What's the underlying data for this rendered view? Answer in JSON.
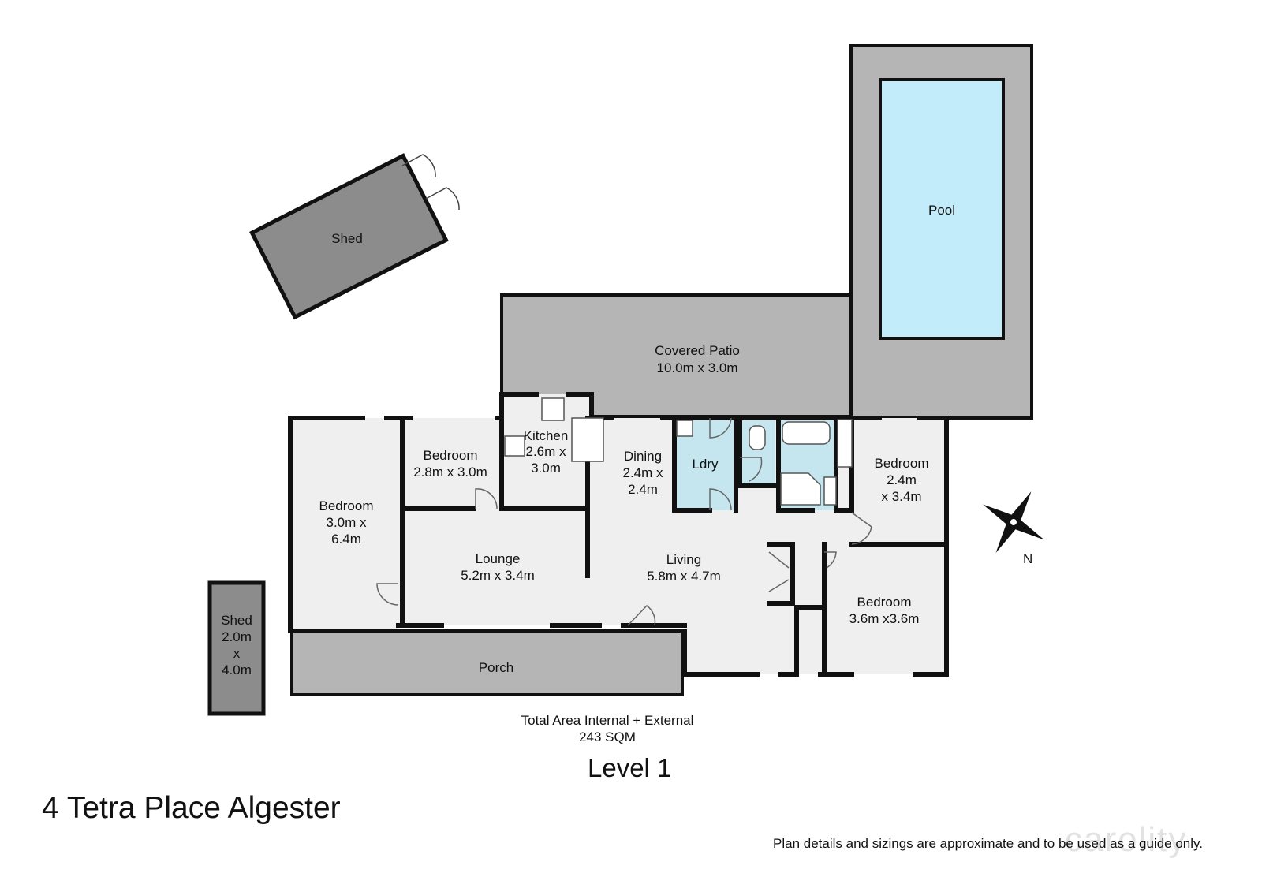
{
  "rooms": {
    "pool": "Pool",
    "shed_large": "Shed",
    "covered_patio": [
      "Covered Patio",
      "10.0m x 3.0m"
    ],
    "kitchen": [
      "Kitchen",
      "2.6m x",
      "3.0m"
    ],
    "bedroom_small": [
      "Bedroom",
      "2.8m x 3.0m"
    ],
    "dining": [
      "Dining",
      "2.4m x",
      "2.4m"
    ],
    "laundry": "Ldry",
    "bedroom_east": [
      "Bedroom",
      "2.4m",
      "x 3.4m"
    ],
    "bedroom_west": [
      "Bedroom",
      "3.0m x",
      "6.4m"
    ],
    "lounge": [
      "Lounge",
      "5.2m x 3.4m"
    ],
    "living": [
      "Living",
      "5.8m x 4.7m"
    ],
    "bedroom_southeast": [
      "Bedroom",
      "3.6m x3.6m"
    ],
    "shed_small": [
      "Shed",
      "2.0m",
      "x",
      "4.0m"
    ],
    "porch": "Porch"
  },
  "compass_label": "N",
  "total_area": [
    "Total Area Internal + External",
    "243 SQM"
  ],
  "level": "Level 1",
  "address": "4 Tetra Place Algester",
  "disclaimer": "Plan details and sizings are approximate and to be used as a guide only.",
  "watermark": "carolity",
  "colors": {
    "wall": "#111111",
    "floor": "#efefef",
    "outdoor": "#b5b5b5",
    "shed": "#8c8c8c",
    "pool": "#c2ecfa",
    "wet_area": "#c6e6ef"
  }
}
